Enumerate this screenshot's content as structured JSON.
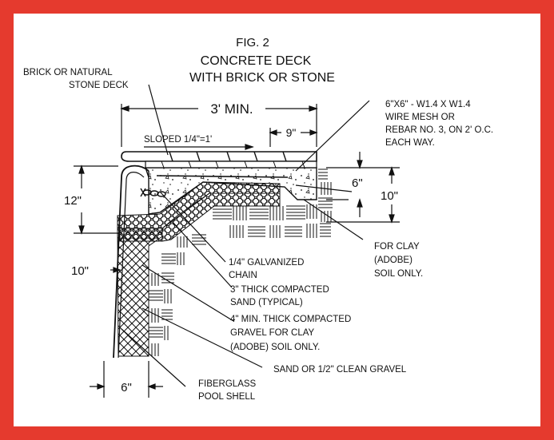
{
  "figure": {
    "number": "FIG. 2",
    "title_line1": "CONCRETE DECK",
    "title_line2": "WITH BRICK OR STONE"
  },
  "labels": {
    "brick_deck_1": "BRICK OR NATURAL",
    "brick_deck_2": "STONE DECK",
    "mesh_1": "6\"X6\" - W1.4 X W1.4",
    "mesh_2": "WIRE MESH OR",
    "mesh_3": "REBAR NO. 3, ON 2' O.C.",
    "mesh_4": "EACH WAY.",
    "chain_1": "1/4\" GALVANIZED",
    "chain_2": "CHAIN",
    "sand_1": "3\" THICK COMPACTED",
    "sand_2": "SAND (TYPICAL)",
    "gravel_1": "4\" MIN. THICK COMPACTED",
    "gravel_2": "GRAVEL FOR CLAY",
    "gravel_3": "(ADOBE) SOIL ONLY.",
    "clay_1": "FOR CLAY",
    "clay_2": "(ADOBE)",
    "clay_3": "SOIL ONLY.",
    "sand_gravel": "SAND OR 1/2\" CLEAN GRAVEL",
    "shell_1": "FIBERGLASS",
    "shell_2": "POOL SHELL",
    "slope": "SLOPED 1/4\"=1'"
  },
  "dimensions": {
    "deck_width": "3' MIN.",
    "overhang": "9\"",
    "depth_12": "12\"",
    "depth_10_left": "10\"",
    "right_6": "6\"",
    "right_10": "10\"",
    "bottom_6": "6\""
  },
  "colors": {
    "border": "#e53a2e",
    "ink": "#111111",
    "background": "#ffffff"
  }
}
